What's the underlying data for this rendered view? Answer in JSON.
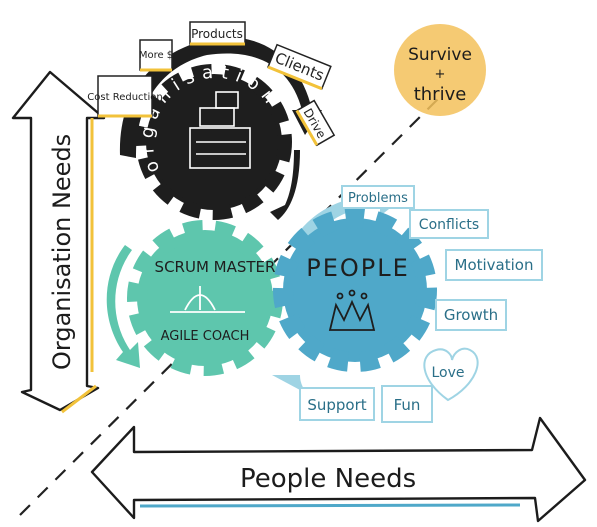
{
  "colors": {
    "org_gear": "#1e1e1e",
    "scrum_gear": "#5ec6ad",
    "people_gear": "#4fa8c9",
    "people_accent": "#9fd4e4",
    "sun": "#f3c15a",
    "org_accent": "#f2c23a",
    "ink": "#222222"
  },
  "organisation": {
    "title": "organisation",
    "tags": [
      "More $",
      "Products",
      "Clients",
      "Cost Reduction",
      "Drive"
    ]
  },
  "scrum": {
    "title_top": "SCRUM MASTER",
    "title_bottom": "AGILE COACH"
  },
  "people": {
    "title": "PEOPLE",
    "tags": [
      "Problems",
      "Conflicts",
      "Motivation",
      "Growth",
      "Love",
      "Fun",
      "Support"
    ]
  },
  "sun": {
    "line1": "Survive",
    "line2": "+",
    "line3": "thrive"
  },
  "axes": {
    "vertical": "Organisation Needs",
    "horizontal": "People Needs"
  }
}
